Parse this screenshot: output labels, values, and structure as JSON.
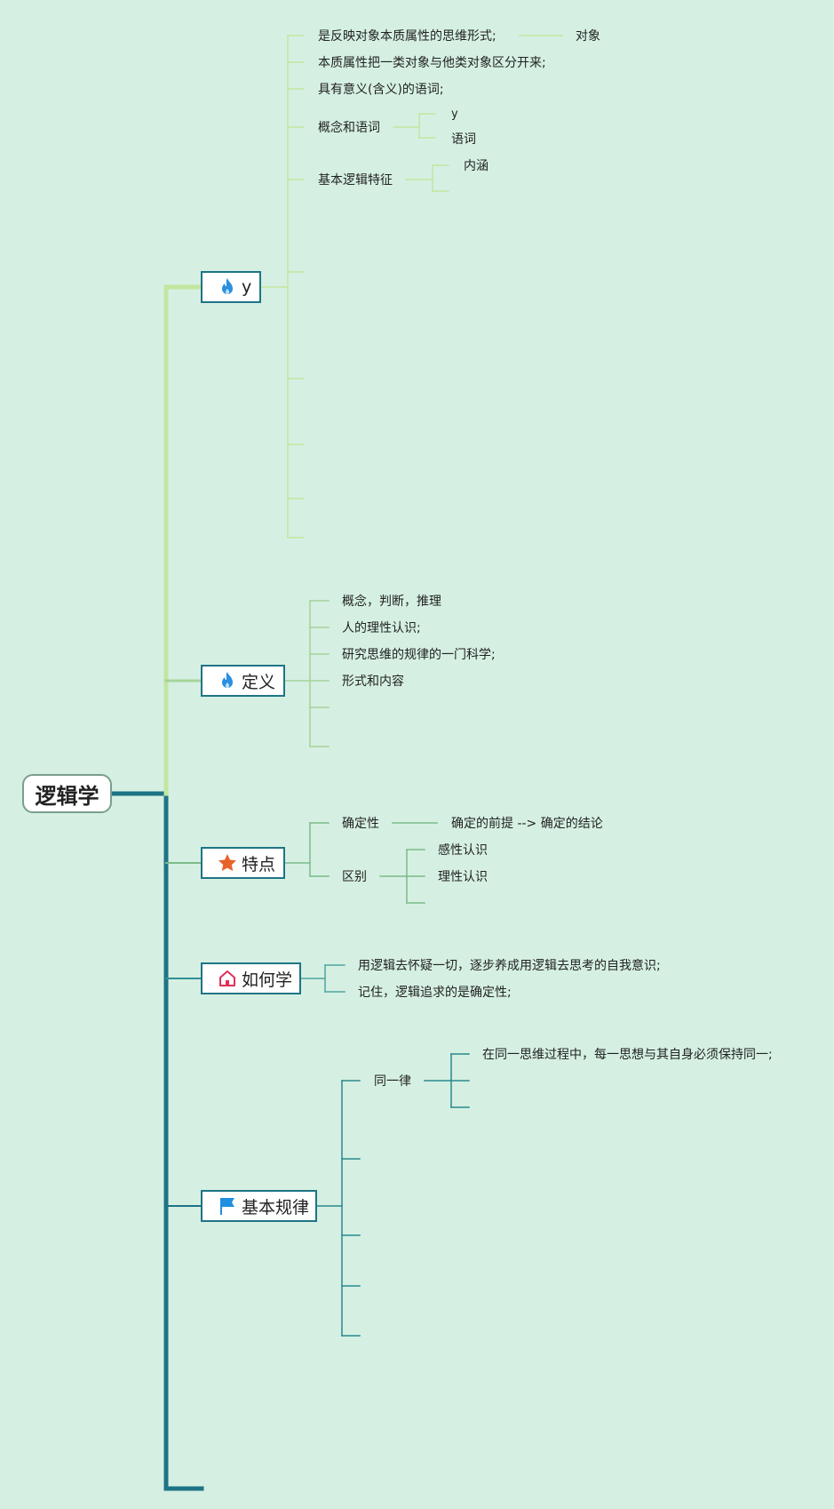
{
  "root": "逻辑学",
  "branches": {
    "y": {
      "label": "y",
      "icon": "flame-icon",
      "icon_color": "#2a8fe0",
      "items": [
        {
          "label": "是反映对象本质属性的思维形式;",
          "child": "对象"
        },
        {
          "label": "本质属性把一类对象与他类对象区分开来;"
        },
        {
          "label": "具有意义(含义)的语词;"
        },
        {
          "label": "概念和语词",
          "children": [
            "y",
            "语词"
          ]
        },
        {
          "label": "基本逻辑特征",
          "children": [
            "内涵"
          ]
        }
      ]
    },
    "dingyi": {
      "label": "定义",
      "icon": "flame-icon",
      "icon_color": "#2a8fe0",
      "items": [
        "概念，判断，推理",
        "人的理性认识;",
        "研究思维的规律的一门科学;",
        "形式和内容"
      ]
    },
    "tedian": {
      "label": "特点",
      "icon": "star-icon",
      "icon_color": "#e8622c",
      "items": [
        {
          "label": "确定性",
          "child": "确定的前提 --> 确定的结论"
        },
        {
          "label": "区别",
          "children": [
            "感性认识",
            "理性认识"
          ]
        }
      ]
    },
    "ruhexue": {
      "label": "如何学",
      "icon": "home-icon",
      "icon_color": "#e0305a",
      "items": [
        "用逻辑去怀疑一切，逐步养成用逻辑去思考的自我意识;",
        "记住，逻辑追求的是确定性;"
      ]
    },
    "jibenguilv": {
      "label": "基本规律",
      "icon": "flag-icon",
      "icon_color": "#1f8fe0",
      "items": [
        {
          "label": "同一律",
          "children": [
            "在同一思维过程中，每一思想与其自身必须保持同一;"
          ]
        }
      ]
    }
  },
  "colors": {
    "background": "#d5f0e2",
    "trunk": "#1e7486",
    "branch_light": "#bde3a0",
    "branch_mid": "#7dbb8a"
  }
}
